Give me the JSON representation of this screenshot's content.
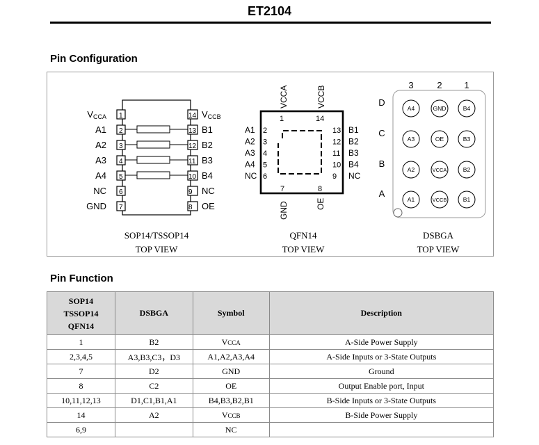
{
  "doc": {
    "title": "ET2104"
  },
  "pin_config": {
    "heading": "Pin Configuration",
    "sop": {
      "caption_line1": "SOP14/TSSOP14",
      "caption_line2": "TOP VIEW",
      "left_pins": [
        {
          "num": "1",
          "label_main": "V",
          "label_sub": "CCA"
        },
        {
          "num": "2",
          "label_main": "A1",
          "label_sub": ""
        },
        {
          "num": "3",
          "label_main": "A2",
          "label_sub": ""
        },
        {
          "num": "4",
          "label_main": "A3",
          "label_sub": ""
        },
        {
          "num": "5",
          "label_main": "A4",
          "label_sub": ""
        },
        {
          "num": "6",
          "label_main": "NC",
          "label_sub": ""
        },
        {
          "num": "7",
          "label_main": "GND",
          "label_sub": ""
        }
      ],
      "right_pins": [
        {
          "num": "14",
          "label_main": "V",
          "label_sub": "CCB"
        },
        {
          "num": "13",
          "label_main": "B1",
          "label_sub": ""
        },
        {
          "num": "12",
          "label_main": "B2",
          "label_sub": ""
        },
        {
          "num": "11",
          "label_main": "B3",
          "label_sub": ""
        },
        {
          "num": "10",
          "label_main": "B4",
          "label_sub": ""
        },
        {
          "num": "9",
          "label_main": "NC",
          "label_sub": ""
        },
        {
          "num": "8",
          "label_main": "OE",
          "label_sub": ""
        }
      ]
    },
    "qfn": {
      "caption_line1": "QFN14",
      "caption_line2": "TOP VIEW",
      "top_labels": [
        "VCCA",
        "VCCB"
      ],
      "top_nums": [
        "1",
        "14"
      ],
      "left_labels": [
        "A1",
        "A2",
        "A3",
        "A4",
        "NC"
      ],
      "left_nums": [
        "2",
        "3",
        "4",
        "5",
        "6"
      ],
      "right_nums": [
        "13",
        "12",
        "11",
        "10",
        "9"
      ],
      "right_labels": [
        "B1",
        "B2",
        "B3",
        "B4",
        "NC"
      ],
      "bottom_nums": [
        "7",
        "8"
      ],
      "bottom_labels": [
        "GND",
        "OE"
      ]
    },
    "bga": {
      "caption_line1": "DSBGA",
      "caption_line2": "TOP VIEW",
      "col_labels": [
        "3",
        "2",
        "1"
      ],
      "row_labels": [
        "D",
        "C",
        "B",
        "A"
      ],
      "balls": [
        [
          "A4",
          "GND",
          "B4"
        ],
        [
          "A3",
          "OE",
          "B3"
        ],
        [
          "A2",
          "VCCA",
          "B2"
        ],
        [
          "A1",
          "VCCB",
          "B1"
        ]
      ]
    }
  },
  "pin_function": {
    "heading": "Pin Function",
    "headers": {
      "col1_line1": "SOP14",
      "col1_line2": "TSSOP14",
      "col1_line3": "QFN14",
      "col2": "DSBGA",
      "col3": "Symbol",
      "col4": "Description"
    },
    "rows": [
      {
        "pkg": "1",
        "bga": "B2",
        "sym_main": "V",
        "sym_sub": "CCA",
        "desc": "A-Side Power Supply"
      },
      {
        "pkg": "2,3,4,5",
        "bga": "A3,B3,C3，D3",
        "sym_main": "A1,A2,A3,A4",
        "sym_sub": "",
        "desc": "A-Side Inputs or 3-State Outputs"
      },
      {
        "pkg": "7",
        "bga": "D2",
        "sym_main": "GND",
        "sym_sub": "",
        "desc": "Ground"
      },
      {
        "pkg": "8",
        "bga": "C2",
        "sym_main": "OE",
        "sym_sub": "",
        "desc": "Output Enable port, Input"
      },
      {
        "pkg": "10,11,12,13",
        "bga": "D1,C1,B1,A1",
        "sym_main": "B4,B3,B2,B1",
        "sym_sub": "",
        "desc": "B-Side Inputs or 3-State Outputs"
      },
      {
        "pkg": "14",
        "bga": "A2",
        "sym_main": "V",
        "sym_sub": "CCB",
        "desc": "B-Side Power Supply"
      },
      {
        "pkg": "6,9",
        "bga": "",
        "sym_main": "NC",
        "sym_sub": "",
        "desc": ""
      }
    ]
  }
}
